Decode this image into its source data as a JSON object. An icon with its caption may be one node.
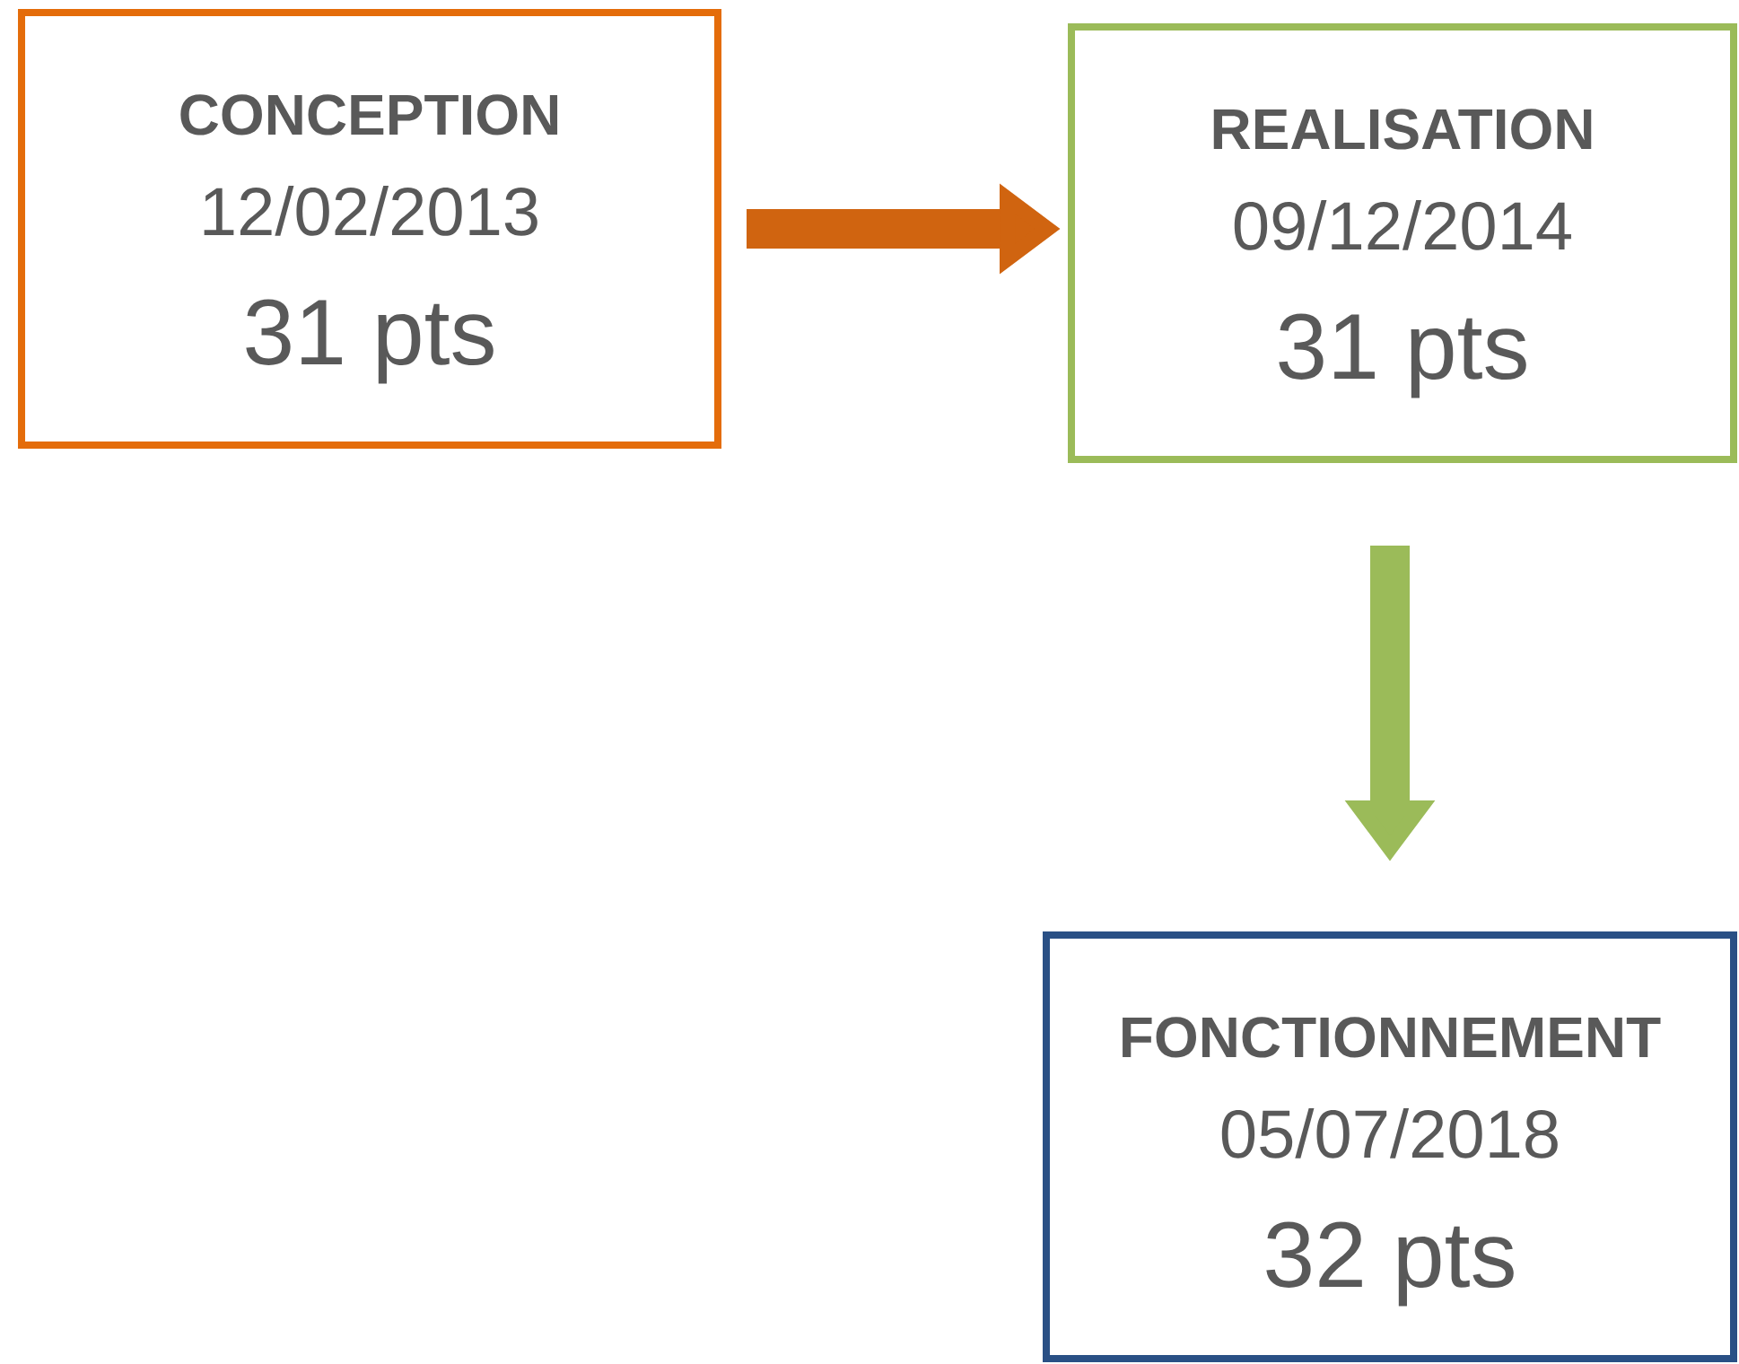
{
  "diagram": {
    "nodes": [
      {
        "text": [
          "CONCEPTION",
          "12/02/2013",
          "31 pts"
        ]
      },
      {
        "text": [
          "REALISATION",
          "09/12/2014",
          "31 pts"
        ]
      },
      {
        "text": [
          "FONCTIONNEMENT",
          "05/07/2018",
          "32 pts"
        ]
      }
    ],
    "edges": [
      {
        "from": 0,
        "to": 1,
        "arrow": "to",
        "color": "#d06410"
      },
      {
        "from": 1,
        "to": 2,
        "arrow": "to",
        "color": "#9bbb59"
      }
    ]
  }
}
